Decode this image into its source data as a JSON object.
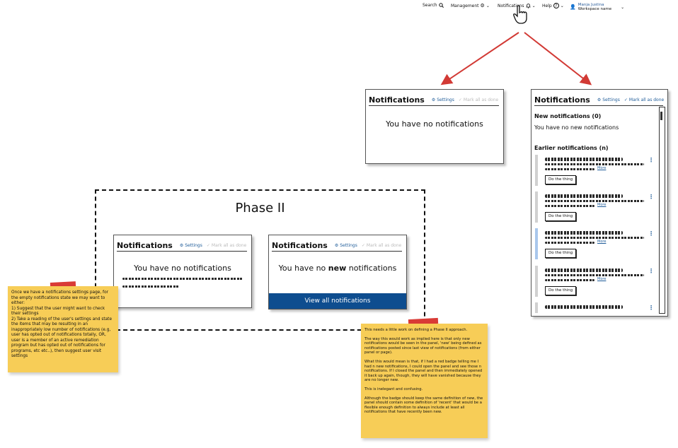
{
  "topnav": {
    "search_label": "Search",
    "management_label": "Management",
    "notifications_label": "Notifications",
    "help_label": "Help",
    "user_name": "Manja Justina",
    "workspace_name": "Workspace name"
  },
  "panel_top_left": {
    "title": "Notifications",
    "settings_label": "Settings",
    "mark_all_label": "Mark all as done",
    "empty_message": "You have no notifications"
  },
  "panel_right": {
    "title": "Notifications",
    "settings_label": "Settings",
    "mark_all_label": "Mark all as done",
    "new_section_title": "New notifications (0)",
    "new_empty_message": "You have no new notifications",
    "earlier_section_title": "Earlier notifications (n)",
    "items": [
      {
        "more_label": "More",
        "button_label": "Do the thing"
      },
      {
        "more_label": "More",
        "button_label": "Do the thing"
      },
      {
        "more_label": "More",
        "button_label": "Do the thing"
      },
      {
        "more_label": "More",
        "button_label": "Do the thing"
      }
    ]
  },
  "phase2": {
    "title": "Phase II",
    "panel_a": {
      "title": "Notifications",
      "settings_label": "Settings",
      "mark_all_label": "Mark all as done",
      "empty_message": "You have no notifications"
    },
    "panel_b": {
      "title": "Notifications",
      "settings_label": "Settings",
      "mark_all_label": "Mark all as done",
      "msg_prefix": "You have no",
      "msg_bold": "new",
      "msg_suffix": "notifications",
      "view_all_label": "View all notifications"
    }
  },
  "sticky_left": {
    "lines": [
      "Once we have a notifications settings page, for the empty notifications state we may want to either:",
      "1) Suggest that the user might want to check their settings",
      "2) Take a reading of the user's settings and state the items that may be resulting in an inappropriately low number of notifications (e.g, user has opted out of notifications totally, OR, user is a member of an active remediation program but has opted out of notifications for programs, etc etc..), then suggest user visit settings"
    ]
  },
  "sticky_right": {
    "paragraphs": [
      "This needs a little work on defining a Phase II approach.",
      "The way this would work as implied here is that only new notifications would be seen in the panel, 'new' being defined as notifications posted since last view of notifications (from either panel or page).",
      "What this would mean is that, if I had a red badge telling me I had n new notifications, I could open the panel and see those n notifications. If I closed the panel and then immediately opened it back up again, though, they will have vanished because they are no longer new.",
      "This is inelegant and confusing.",
      "Although the badge should keep the same definition of new, the panel should contain some definition of 'recent' that would be a flexible enough definition to always include at least all notifications that have recently been new."
    ]
  },
  "colors": {
    "link_blue": "#1f5c99",
    "button_blue": "#0e4d8f",
    "arrow_red": "#d23a35",
    "sticky_yellow": "#f7cd57"
  }
}
